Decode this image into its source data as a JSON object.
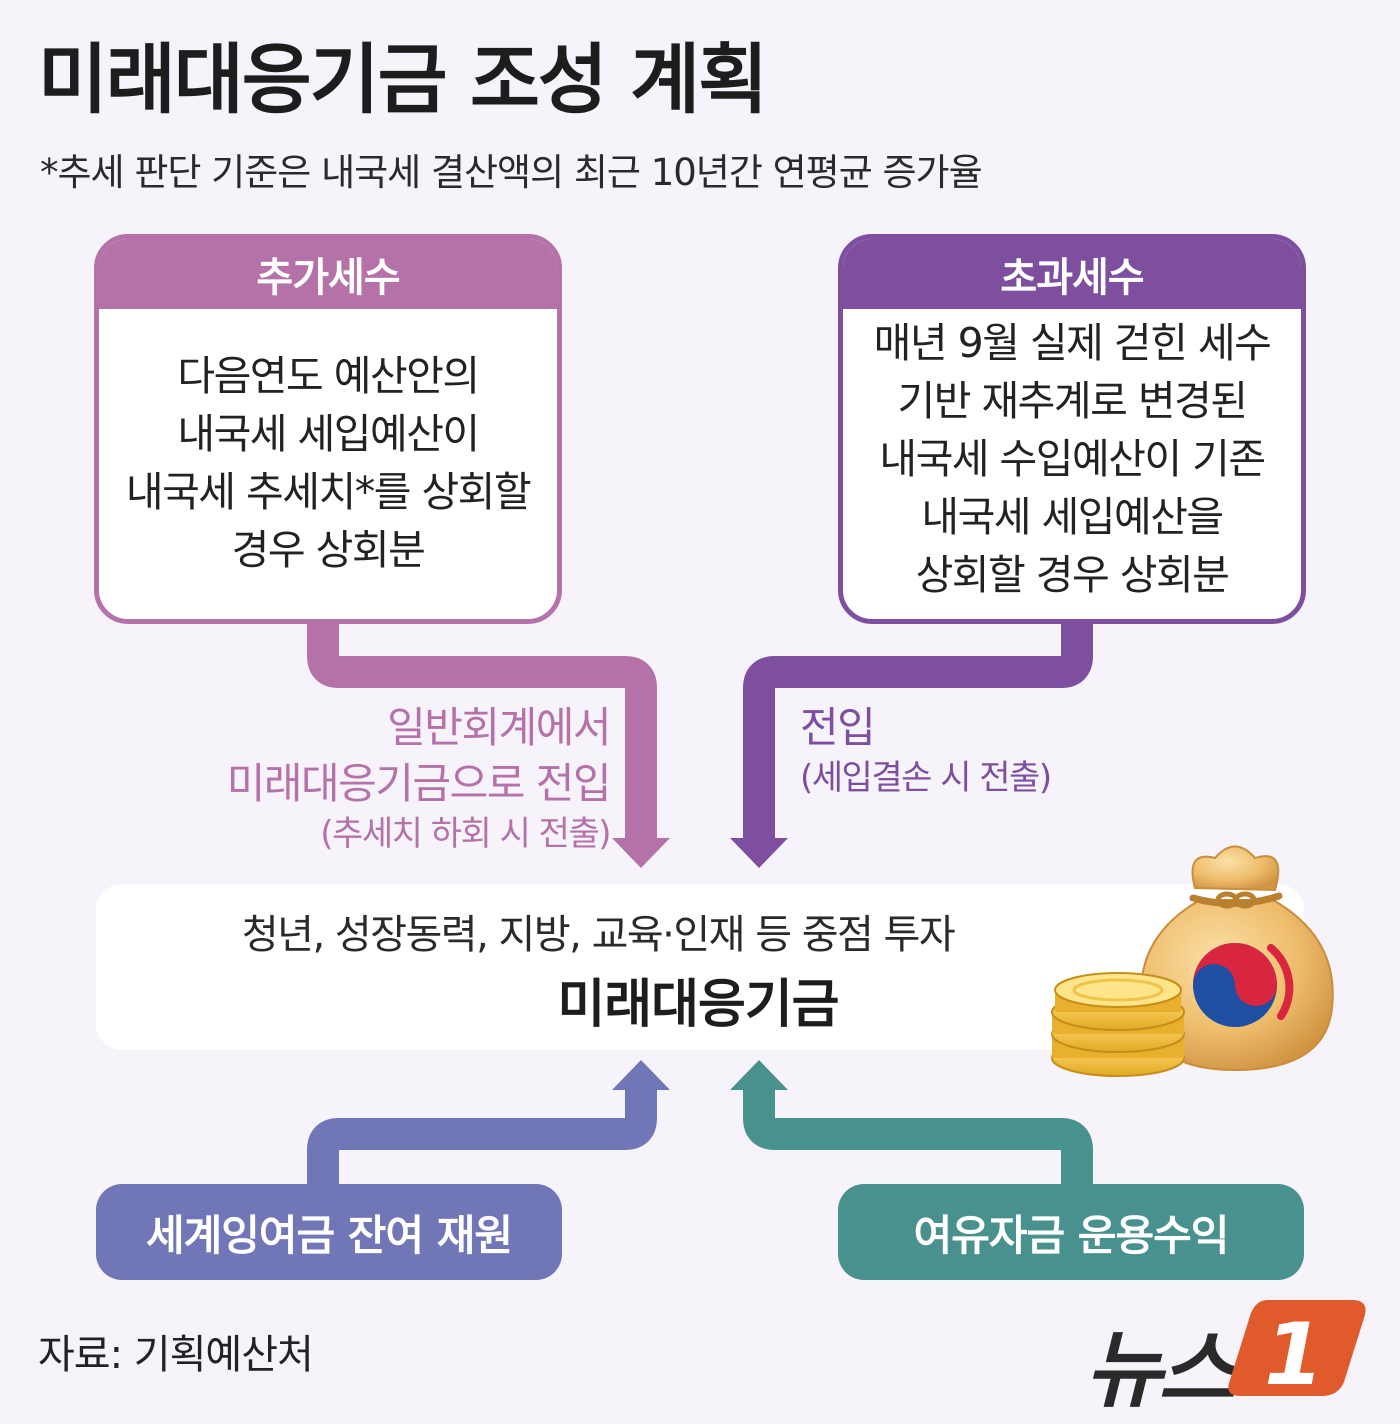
{
  "title": "미래대응기금 조성 계획",
  "subtitle": "*추세 판단 기준은 내국세 결산액의 최근 10년간 연평균 증가율",
  "left_box": {
    "header": "추가세수",
    "lines": [
      "다음연도 예산안의",
      "내국세 세입예산이",
      "내국세 추세치*를 상회할",
      "경우 상회분"
    ]
  },
  "right_box": {
    "header": "초과세수",
    "lines": [
      "매년 9월 실제 걷힌 세수",
      "기반 재추계로 변경된",
      "내국세 수입예산이 기존",
      "내국세 세입예산을",
      "상회할 경우 상회분"
    ]
  },
  "left_flow": {
    "line1": "일반회계에서",
    "line2": "미래대응기금으로 전입",
    "note": "(추세치 하회 시 전출)"
  },
  "right_flow": {
    "line1": "전입",
    "note": "(세입결손 시 전출)"
  },
  "fund": {
    "description": "청년, 성장동력, 지방, 교육·인재  등 중점 투자",
    "name": "미래대응기금"
  },
  "bottom_left": "세계잉여금 잔여 재원",
  "bottom_right": "여유자금 운용수익",
  "source": "자료: 기획예산처",
  "logo": {
    "text": "뉴스",
    "number": "1"
  },
  "colors": {
    "additional_tax": "#b572a8",
    "excess_tax": "#7d4f9e",
    "surplus": "#7177b6",
    "investment": "#49918e",
    "logo_accent": "#e05a2b"
  },
  "icons": {
    "fund": "money-bag-icon"
  }
}
